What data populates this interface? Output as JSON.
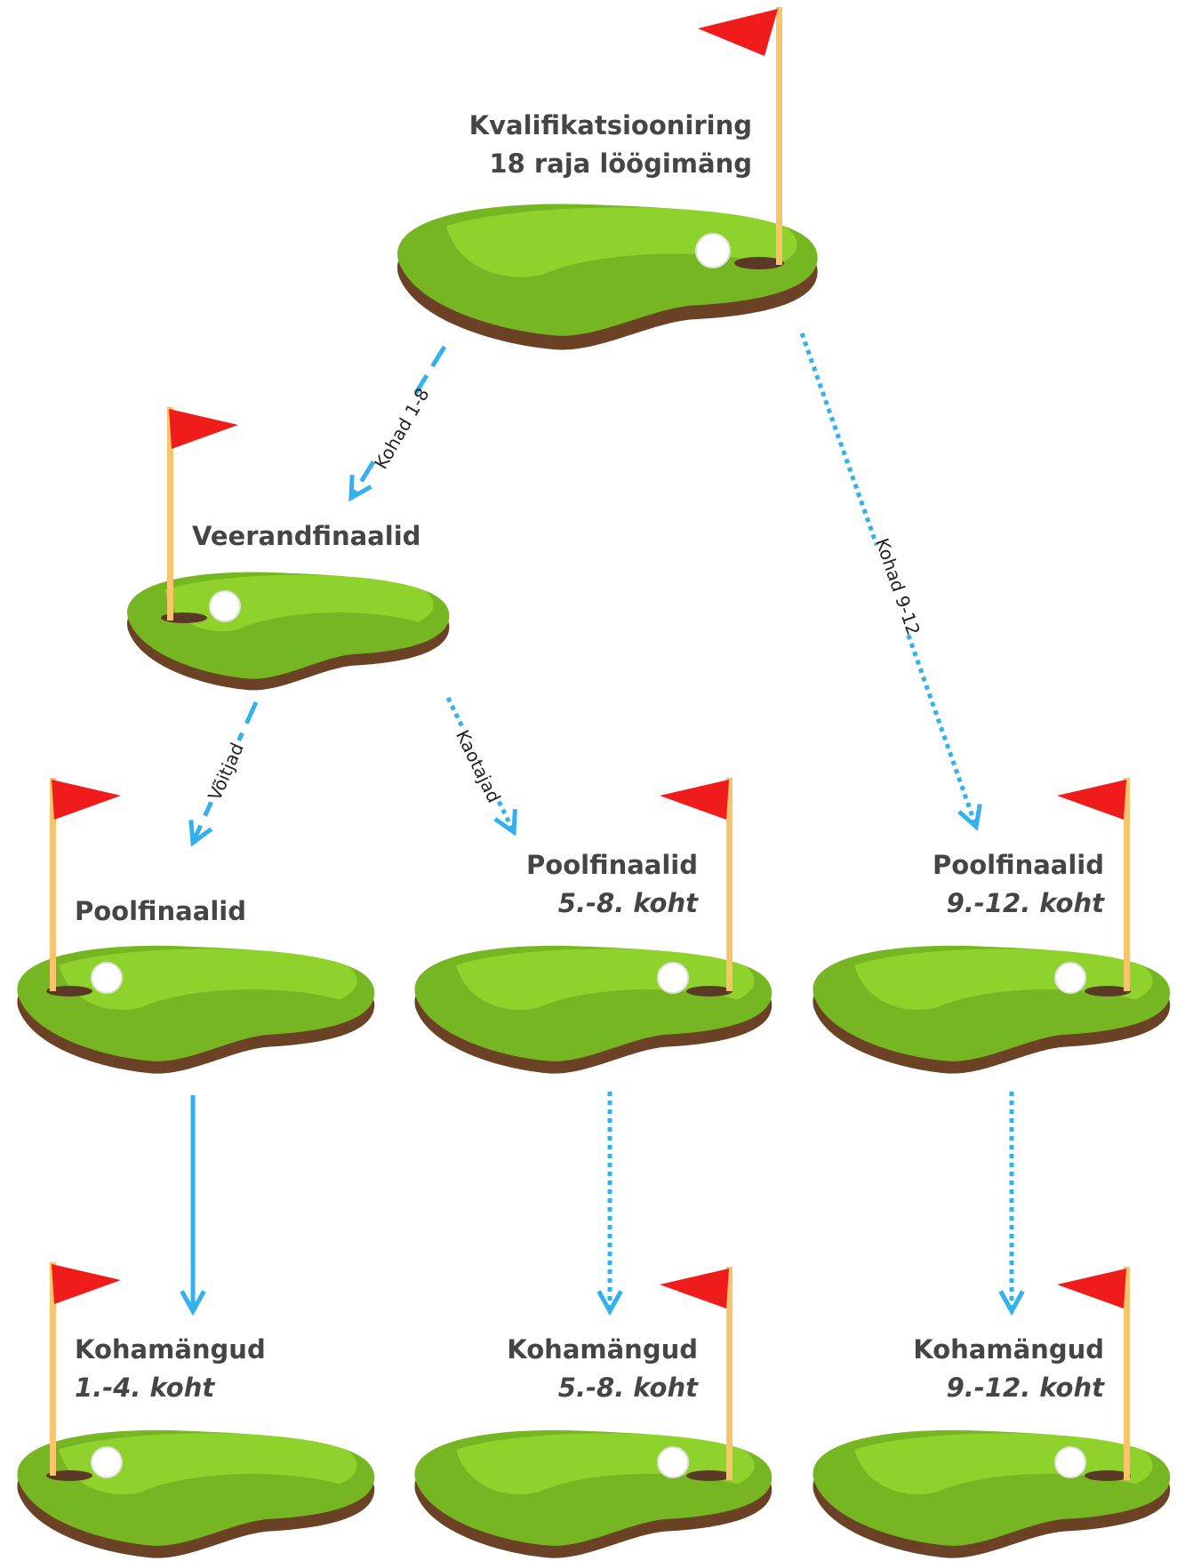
{
  "stages": {
    "qualifying": {
      "line1": "Kvalifikatsiooniring",
      "line2": "18 raja löögimäng"
    },
    "quarterfinal": {
      "title": "Veerandfinaalid"
    },
    "semifinal_winners": {
      "title": "Poolfinaalid"
    },
    "semifinal_5_8": {
      "title": "Poolfinaalid",
      "sub": "5.-8. koht"
    },
    "semifinal_9_12": {
      "title": "Poolfinaalid",
      "sub": "9.-12. koht"
    },
    "placement_1_4": {
      "title": "Kohamängud",
      "sub": "1.-4. koht"
    },
    "placement_5_8": {
      "title": "Kohamängud",
      "sub": "5.-8. koht"
    },
    "placement_9_12": {
      "title": "Kohamängud",
      "sub": "9.-12. koht"
    }
  },
  "arrows": {
    "places_1_8": "Kohad 1-8",
    "places_9_12": "Kohad 9-12",
    "winners": "Võitjad",
    "losers": "Kaotajad"
  },
  "icons": {
    "green": "golf-green-icon",
    "flag": "red-flag-icon",
    "ball": "golf-ball-icon",
    "hole": "hole-icon"
  },
  "colors": {
    "green_light": "#8FD22B",
    "green_dark": "#76B622",
    "soil": "#6B4226",
    "flag": "#F01C1C",
    "pole": "#F8C46C",
    "arrow": "#33B1EE",
    "text": "#454545"
  }
}
